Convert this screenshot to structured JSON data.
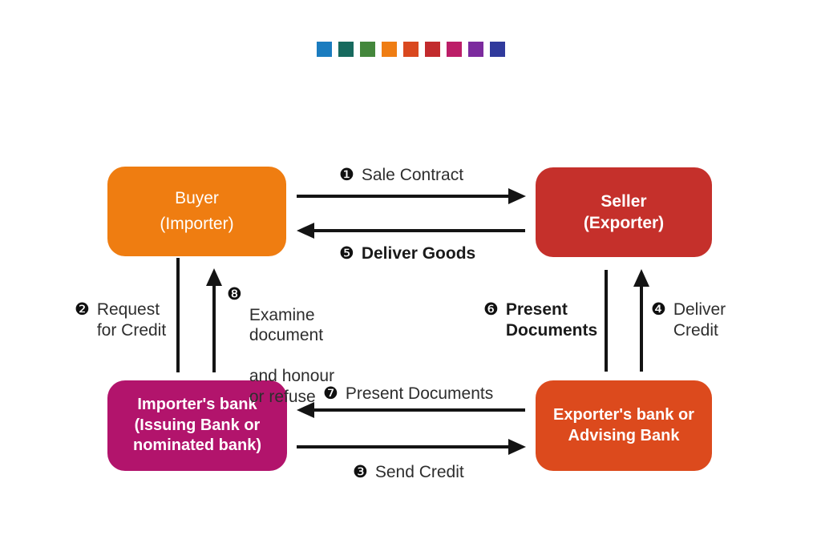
{
  "palette": {
    "colors": [
      "#1b7cbf",
      "#176a5e",
      "#44873c",
      "#ef7d13",
      "#d9481f",
      "#c22b2d",
      "#bc1e68",
      "#7c2b9e",
      "#303a9c"
    ]
  },
  "nodes": {
    "buyer": {
      "label": "Buyer\n(Importer)",
      "color": "#ef7d11"
    },
    "seller": {
      "label": "Seller\n(Exporter)",
      "color": "#c5302b"
    },
    "importer_bank": {
      "label": "Importer's bank\n(Issuing Bank or\nnominated bank)",
      "color": "#b2146c"
    },
    "exporter_bank": {
      "label": "Exporter's bank or\nAdvising Bank",
      "color": "#dc4a1d"
    }
  },
  "flows": {
    "sale_contract": {
      "number": "❶",
      "label": "Sale Contract"
    },
    "request_credit": {
      "number": "❷",
      "label": "Request\nfor Credit"
    },
    "send_credit": {
      "number": "❸",
      "label": "Send Credit"
    },
    "deliver_credit": {
      "number": "❹",
      "label": "Deliver\nCredit"
    },
    "deliver_goods": {
      "number": "❺",
      "label": "Deliver Goods"
    },
    "present_docs_seller": {
      "number": "❻",
      "label": "Present\nDocuments"
    },
    "present_docs_bank": {
      "number": "❼",
      "label": "Present Documents"
    },
    "examine_document": {
      "number": "❽",
      "label_bold": "Examine\ndocument",
      "label_regular": "and honour\nor refuse"
    }
  }
}
